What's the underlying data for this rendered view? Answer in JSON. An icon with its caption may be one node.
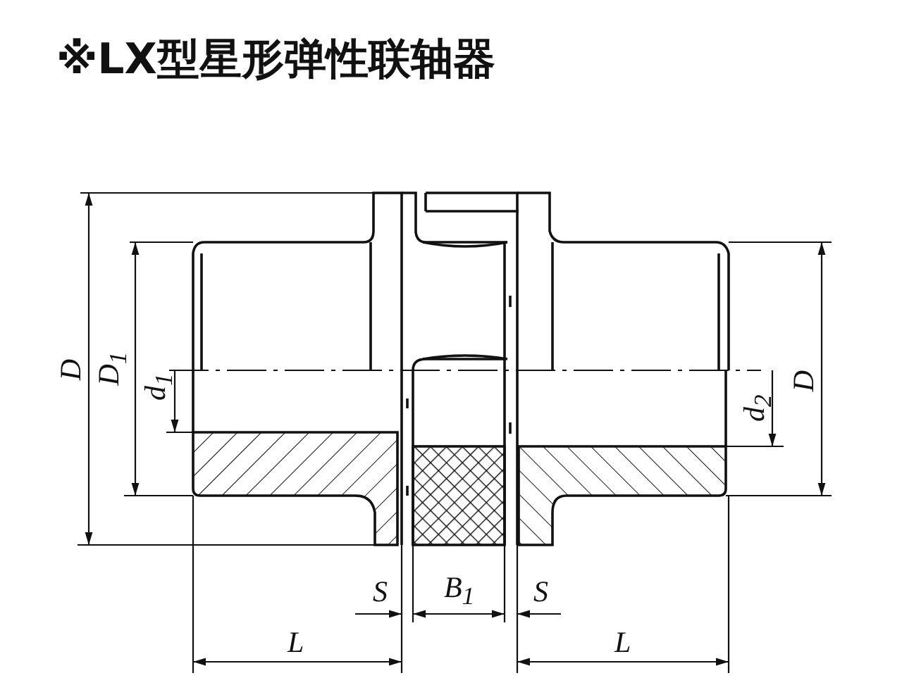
{
  "diagram": {
    "title": "※LX型星形弹性联轴器",
    "labels": [
      "D",
      "D$_{1}$",
      "d$_{1}$",
      "d$_{2}$",
      "D",
      "S",
      "B$_{1}$",
      "S",
      "L",
      "L"
    ]
  }
}
